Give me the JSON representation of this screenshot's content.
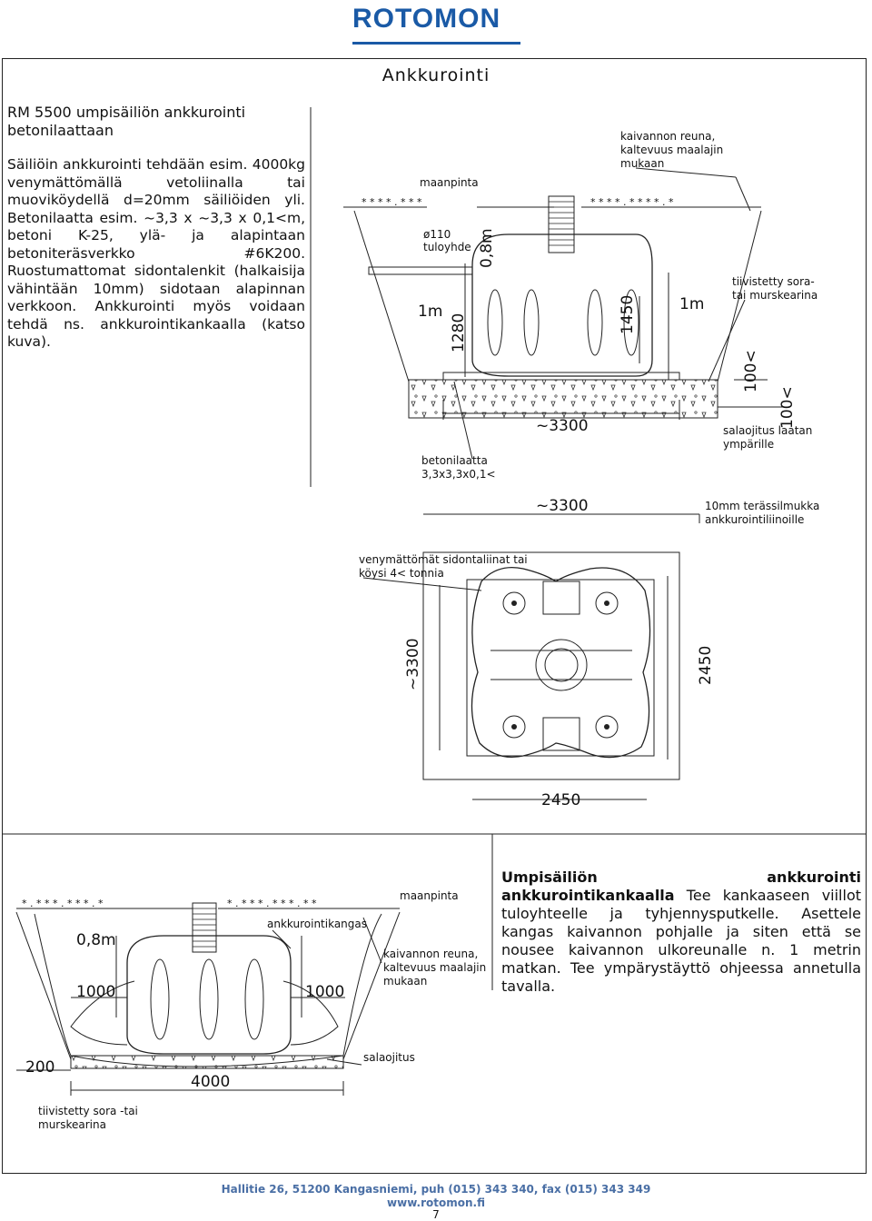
{
  "header": {
    "logo": "ROTOMON"
  },
  "page": {
    "title": "Ankkurointi"
  },
  "section1": {
    "heading": "RM 5500 umpisäiliön ankkurointi betonilaattaan",
    "body": "Säiliöin ankkurointi tehdään esim. 4000kg venymättömällä vetoliinalla tai muoviköydellä d=20mm säiliöiden yli. Betonilaatta esim. ~3,3 x ~3,3 x 0,1<m, betoni K-25, ylä- ja alapintaan betoniteräsverkko #6K200. Ruostumattomat sidontalenkit (halkaisija vähintään 10mm) sidotaan alapinnan verkkoon. Ankkurointi myös voidaan tehdä ns. ankkurointikankaalla (katso kuva)."
  },
  "diagram1": {
    "maanpinta": "maanpinta",
    "kaivanto_1": "kaivannon reuna,",
    "kaivanto_2": "kaltevuus maalajin",
    "kaivanto_3": "mukaan",
    "pipe_1": "ø110",
    "pipe_2": "tuloyhde",
    "dim_08": "0,8m",
    "dim_1m_left": "1m",
    "dim_1280": "1280",
    "dim_1450": "1450",
    "dim_1m_right": "1m",
    "sora_1": "tiivistetty sora-",
    "sora_2": "tai murskearina",
    "dim_100a": "100<",
    "dim_100b": "100<",
    "dim_3300": "~3300",
    "salaojitus_1": "salaojitus laatan",
    "salaojitus_2": "ympärille",
    "laatta_1": "betonilaatta",
    "laatta_2": "3,3x3,3x0,1<"
  },
  "diagram2": {
    "dim_top": "~3300",
    "note_1": "10mm terässilmukka",
    "note_2": "ankkurointiliinoille",
    "strap_1": "venymättömät sidontaliinat tai",
    "strap_2": "köysi 4< tonnia",
    "dim_left": "~3300",
    "dim_right": "2450",
    "dim_bottom": "2450"
  },
  "diagram3": {
    "maanpinta": "maanpinta",
    "kangas": "ankkurointikangas",
    "dim_08": "0,8m",
    "kaivanto_1": "kaivannon reuna,",
    "kaivanto_2": "kaltevuus maalajin",
    "kaivanto_3": "mukaan",
    "dim_1000_left": "1000",
    "dim_1000_right": "1000",
    "dim_200": "200",
    "salaojitus": "salaojitus",
    "dim_4000": "4000",
    "sora_1": "tiivistetty sora -tai",
    "sora_2": "murskearina"
  },
  "section2": {
    "heading": "Umpisäiliön ankkurointi ankkurointikankaalla",
    "body": " Tee kankaaseen viillot tuloyhteelle ja tyhjennysputkelle. Asettele kangas kaivannon pohjalle ja siten että se nousee kaivannon ulkoreunalle n. 1 metrin matkan. Tee ympärystäyttö ohjeessa annetulla tavalla."
  },
  "footer": {
    "address": "Hallitie 26, 51200 Kangasniemi, puh (015) 343 340, fax (015) 343 349",
    "web": "www.rotomon.fi",
    "page_number": "7"
  }
}
